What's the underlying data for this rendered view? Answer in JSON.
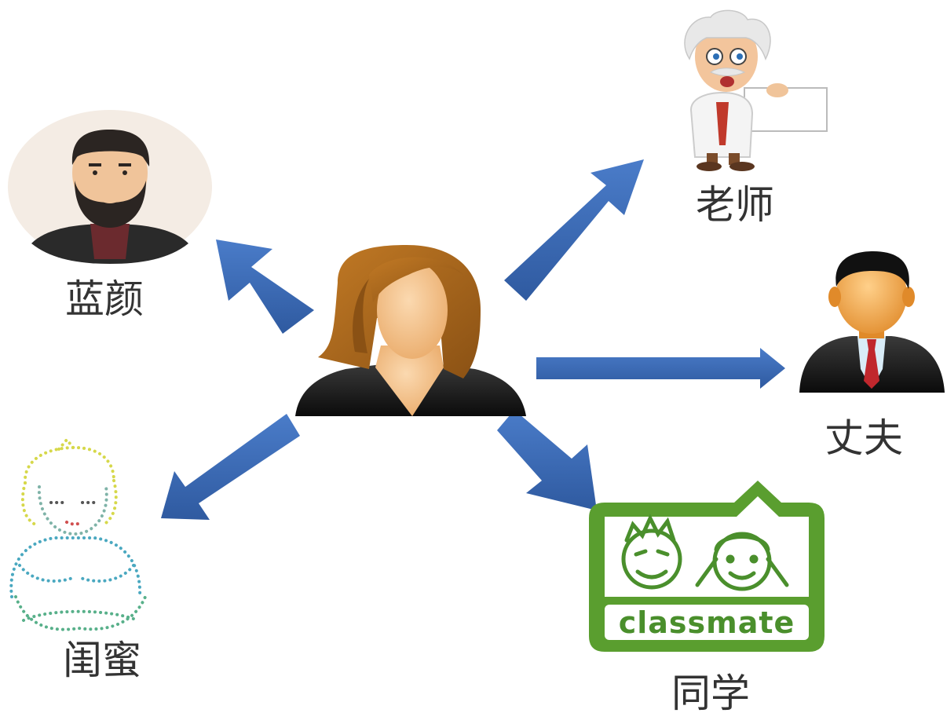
{
  "nodes": {
    "lanyan": {
      "label": "蓝颜"
    },
    "laoshi": {
      "label": "老师"
    },
    "zhangfu": {
      "label": "丈夫"
    },
    "guimi": {
      "label": "闺蜜"
    },
    "tongxue": {
      "label": "同学",
      "badge_text": "classmate"
    }
  },
  "colors": {
    "arrow": "#3d6cb8",
    "arrow_dark": "#2f5aa0",
    "badge_green": "#5a9e2f",
    "hair_brown": "#a8661d",
    "skin": "#f3c28f",
    "suit_black": "#111111"
  },
  "icons": {
    "center": "woman-avatar-icon",
    "lanyan": "bearded-man-icon",
    "laoshi": "professor-icon",
    "zhangfu": "businessman-icon",
    "guimi": "princess-outline-icon",
    "tongxue": "classmate-badge-icon"
  }
}
